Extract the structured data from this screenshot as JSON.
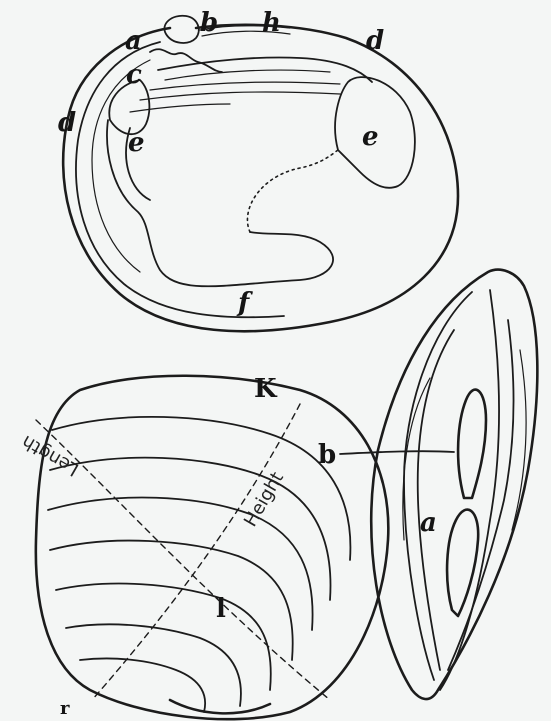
{
  "figure": {
    "top_shell_labels": {
      "a": "a",
      "b": "b",
      "h": "h",
      "d_right": "d",
      "c": "c",
      "d_left": "d",
      "e_left": "e",
      "e_right": "e",
      "f": "f"
    },
    "bottom_left_labels": {
      "K": "K",
      "l": "l",
      "length": "Length",
      "height": "Height",
      "r": "r"
    },
    "bottom_right_labels": {
      "b": "b",
      "a": "a"
    }
  }
}
